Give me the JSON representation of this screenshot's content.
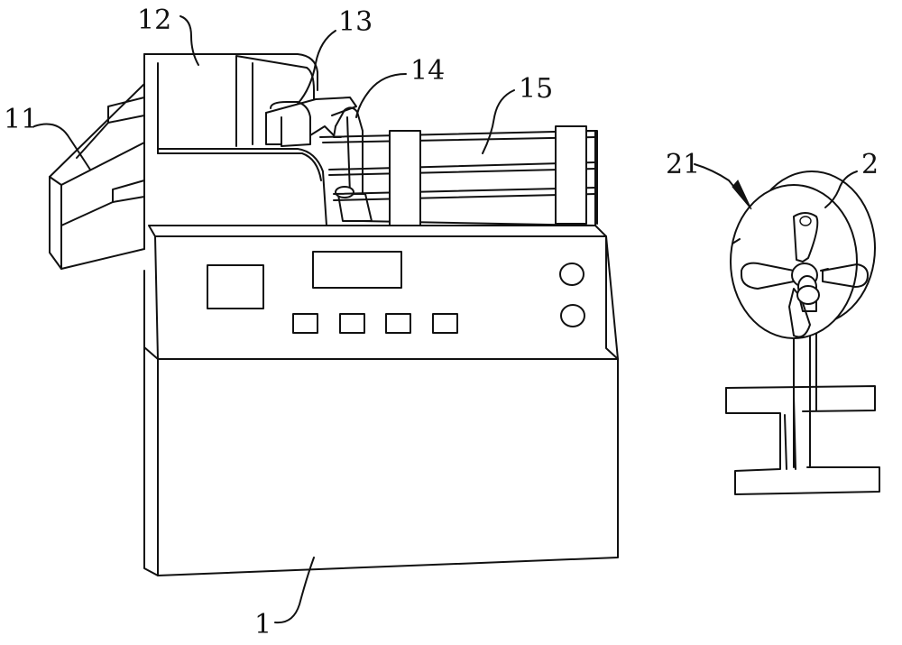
{
  "labels": {
    "l1": "1",
    "l2": "2",
    "l11": "11",
    "l12": "12",
    "l13": "13",
    "l14": "14",
    "l15": "15",
    "l21": "21"
  },
  "colors": {
    "line": "#111111",
    "background": "#ffffff"
  }
}
